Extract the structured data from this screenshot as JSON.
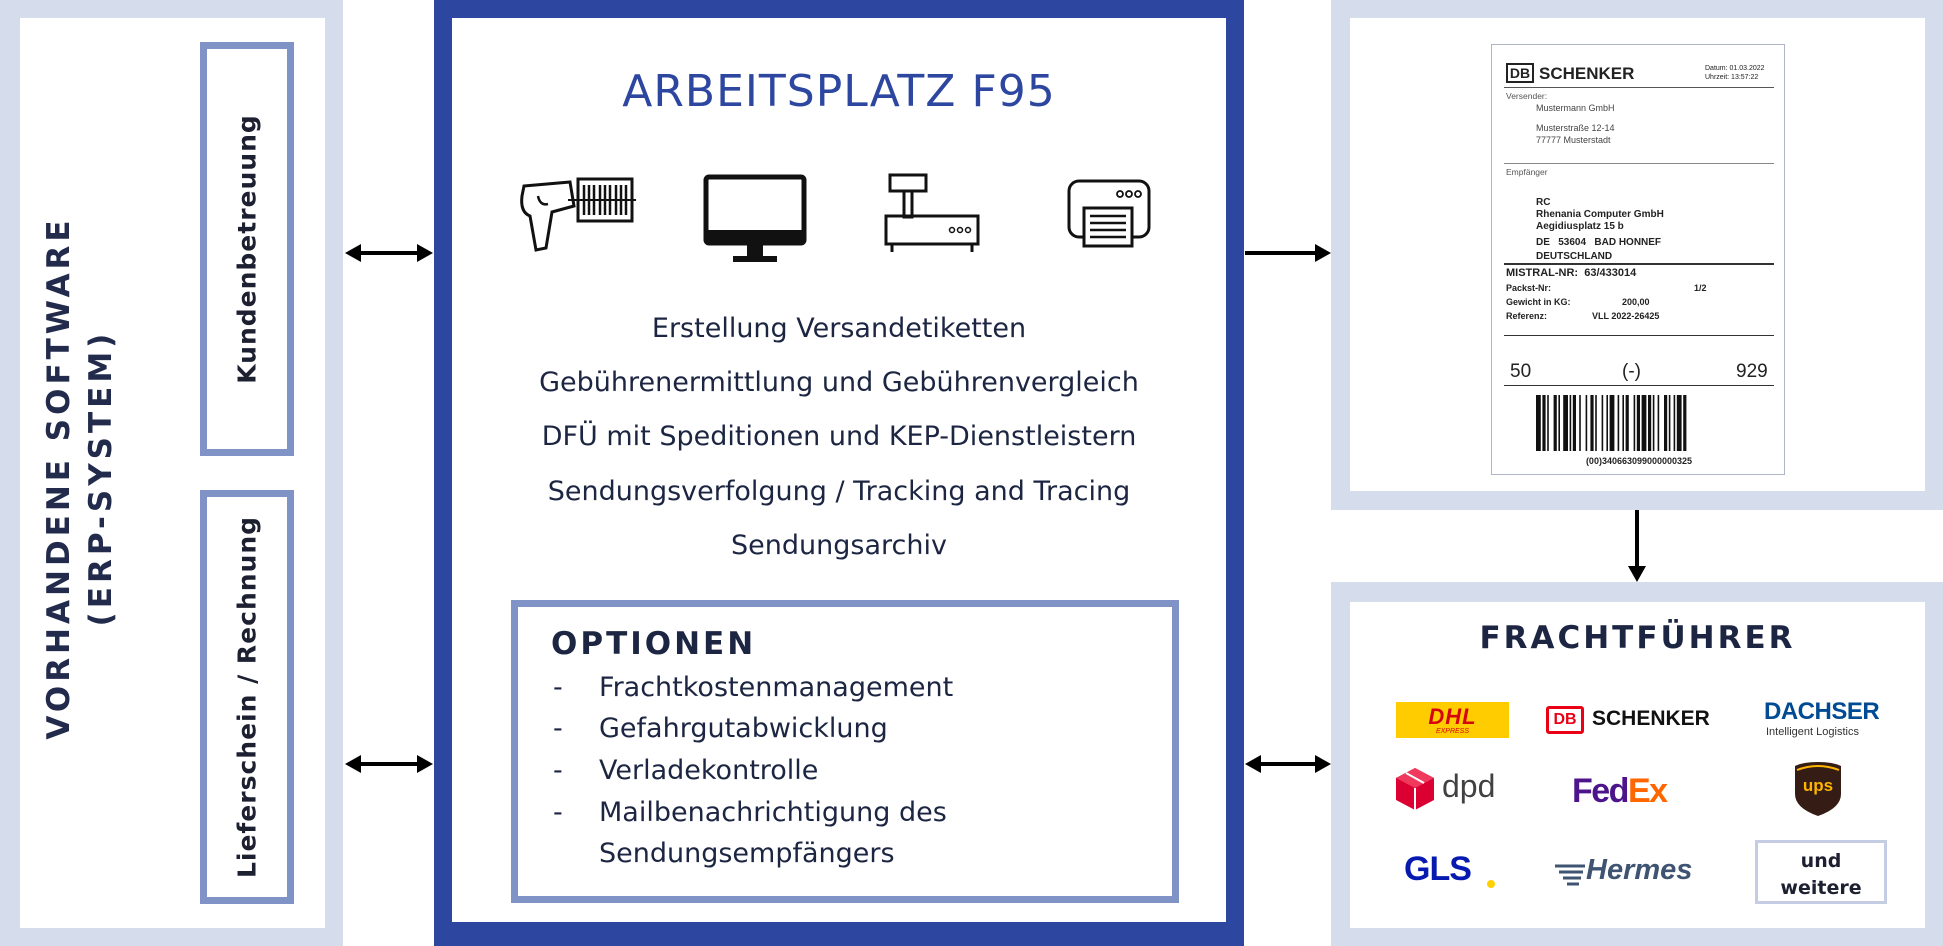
{
  "left": {
    "title_line1": "VORHANDENE SOFTWARE",
    "title_line2": "(ERP-SYSTEM)",
    "box_top": "Kundenbetreuung",
    "box_bottom": "Lieferschein / Rechnung"
  },
  "center": {
    "title": "ARBEITSPLATZ F95",
    "icons": [
      "barcode-scanner-icon",
      "monitor-icon",
      "scale-icon",
      "printer-icon"
    ],
    "features": [
      "Erstellung Versandetiketten",
      "Gebührenermittlung und Gebührenvergleich",
      "DFÜ mit Speditionen und KEP-Dienstleistern",
      "Sendungsverfolgung / Tracking and Tracing",
      "Sendungsarchiv"
    ],
    "options": {
      "title": "OPTIONEN",
      "dash": "-",
      "items": [
        "Frachtkostenmanagement",
        "Gefahrgutabwicklung",
        "Verladekontrolle",
        "Mailbenachrichtigung des",
        "Sendungsempfängers"
      ]
    }
  },
  "label": {
    "db": "DB",
    "brand": "SCHENKER",
    "datum": "Datum:  01.03.2022",
    "uhrzeit": "Uhrzeit:  13:57:22",
    "versender_label": "Versender:",
    "versender": [
      "Mustermann GmbH",
      "Musterstraße 12-14",
      "77777 Musterstadt"
    ],
    "empfaenger_label": "Empfänger",
    "empfaenger": [
      "RC",
      "Rhenania Computer GmbH",
      "Aegidiusplatz  15 b",
      "DE   53604   BAD HONNEF",
      "DEUTSCHLAND"
    ],
    "mistral": "MISTRAL-NR:  63/433014",
    "packst_label": "Packst-Nr:",
    "packst": "1/2",
    "gewicht_label": "Gewicht in KG:",
    "gewicht": "200,00",
    "referenz_label": "Referenz:",
    "referenz": "VLL 2022-26425",
    "code_left": "50",
    "code_mid": "(-)",
    "code_right": "929",
    "barcode_text": "(00)340663099000000325"
  },
  "carriers": {
    "title": "FRACHTFÜHRER",
    "dhl": "DHL",
    "dhl_sub": "EXPRESS",
    "schenker_db": "DB",
    "schenker": "SCHENKER",
    "dachser": "DACHSER",
    "dachser_sub": "Intelligent Logistics",
    "dpd": "dpd",
    "fedex_fed": "Fed",
    "fedex_ex": "Ex",
    "ups": "ups",
    "gls": "GLS",
    "hermes": "Hermes",
    "more_line1": "und",
    "more_line2": "weitere"
  },
  "colors": {
    "navy": "#2d46a0",
    "border_light": "#8093c6",
    "panel_bg": "#d5dcec",
    "text_dark": "#1c2541",
    "dhl_yellow": "#ffcc00",
    "dhl_red": "#d40511",
    "dpd_red": "#dc0032",
    "fedex_purple": "#4d148c",
    "fedex_orange": "#ff6600",
    "ups_brown": "#351c15",
    "ups_gold": "#ffb500",
    "gls_blue": "#061ab1",
    "gls_yellow": "#ffd100",
    "dachser_blue": "#004b93"
  }
}
